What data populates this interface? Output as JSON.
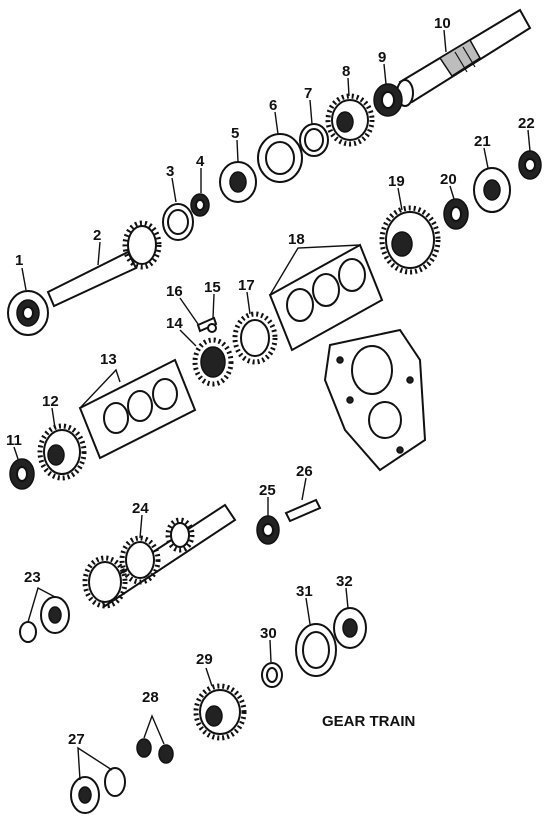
{
  "diagram": {
    "title": "GEAR TRAIN",
    "callouts": [
      "1",
      "2",
      "3",
      "4",
      "5",
      "6",
      "7",
      "8",
      "9",
      "10",
      "11",
      "12",
      "13",
      "14",
      "15",
      "16",
      "17",
      "18",
      "19",
      "20",
      "21",
      "22",
      "23",
      "24",
      "25",
      "26",
      "27",
      "28",
      "29",
      "30",
      "31",
      "32"
    ]
  }
}
